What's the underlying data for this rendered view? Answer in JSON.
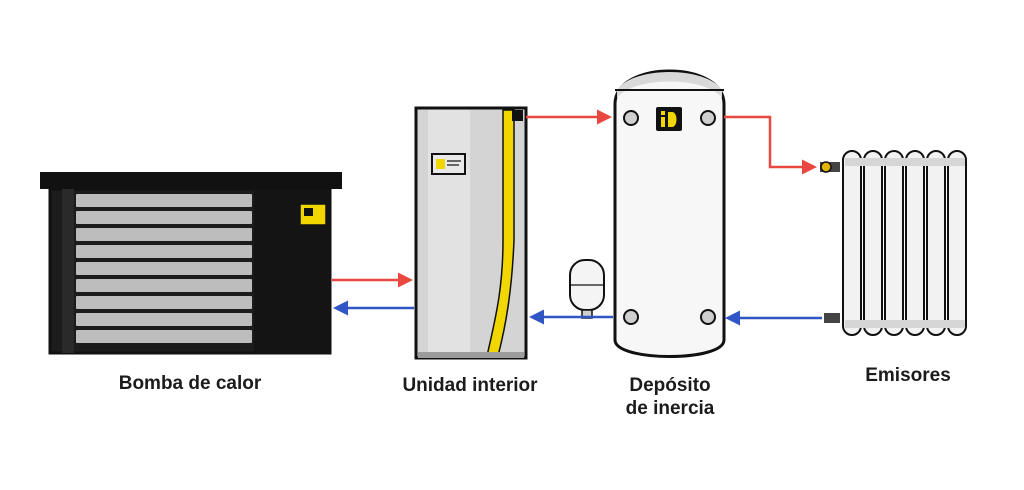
{
  "labels": {
    "heat_pump": "Bomba de calor",
    "indoor_unit": "Unidad interior",
    "tank_line1": "Depósito",
    "tank_line2": "de inercia",
    "emitters": "Emisores"
  },
  "logo": {
    "text": "iD",
    "name": "id-logo"
  },
  "colors": {
    "supply_pipe": "#e8483f",
    "return_pipe": "#2f56c4",
    "outline": "#111111",
    "accent_yellow": "#f2d600",
    "unit_gray": "#d4d4d4",
    "tank_white": "#f7f7f7",
    "radiator_fill": "#f2f2f2"
  }
}
